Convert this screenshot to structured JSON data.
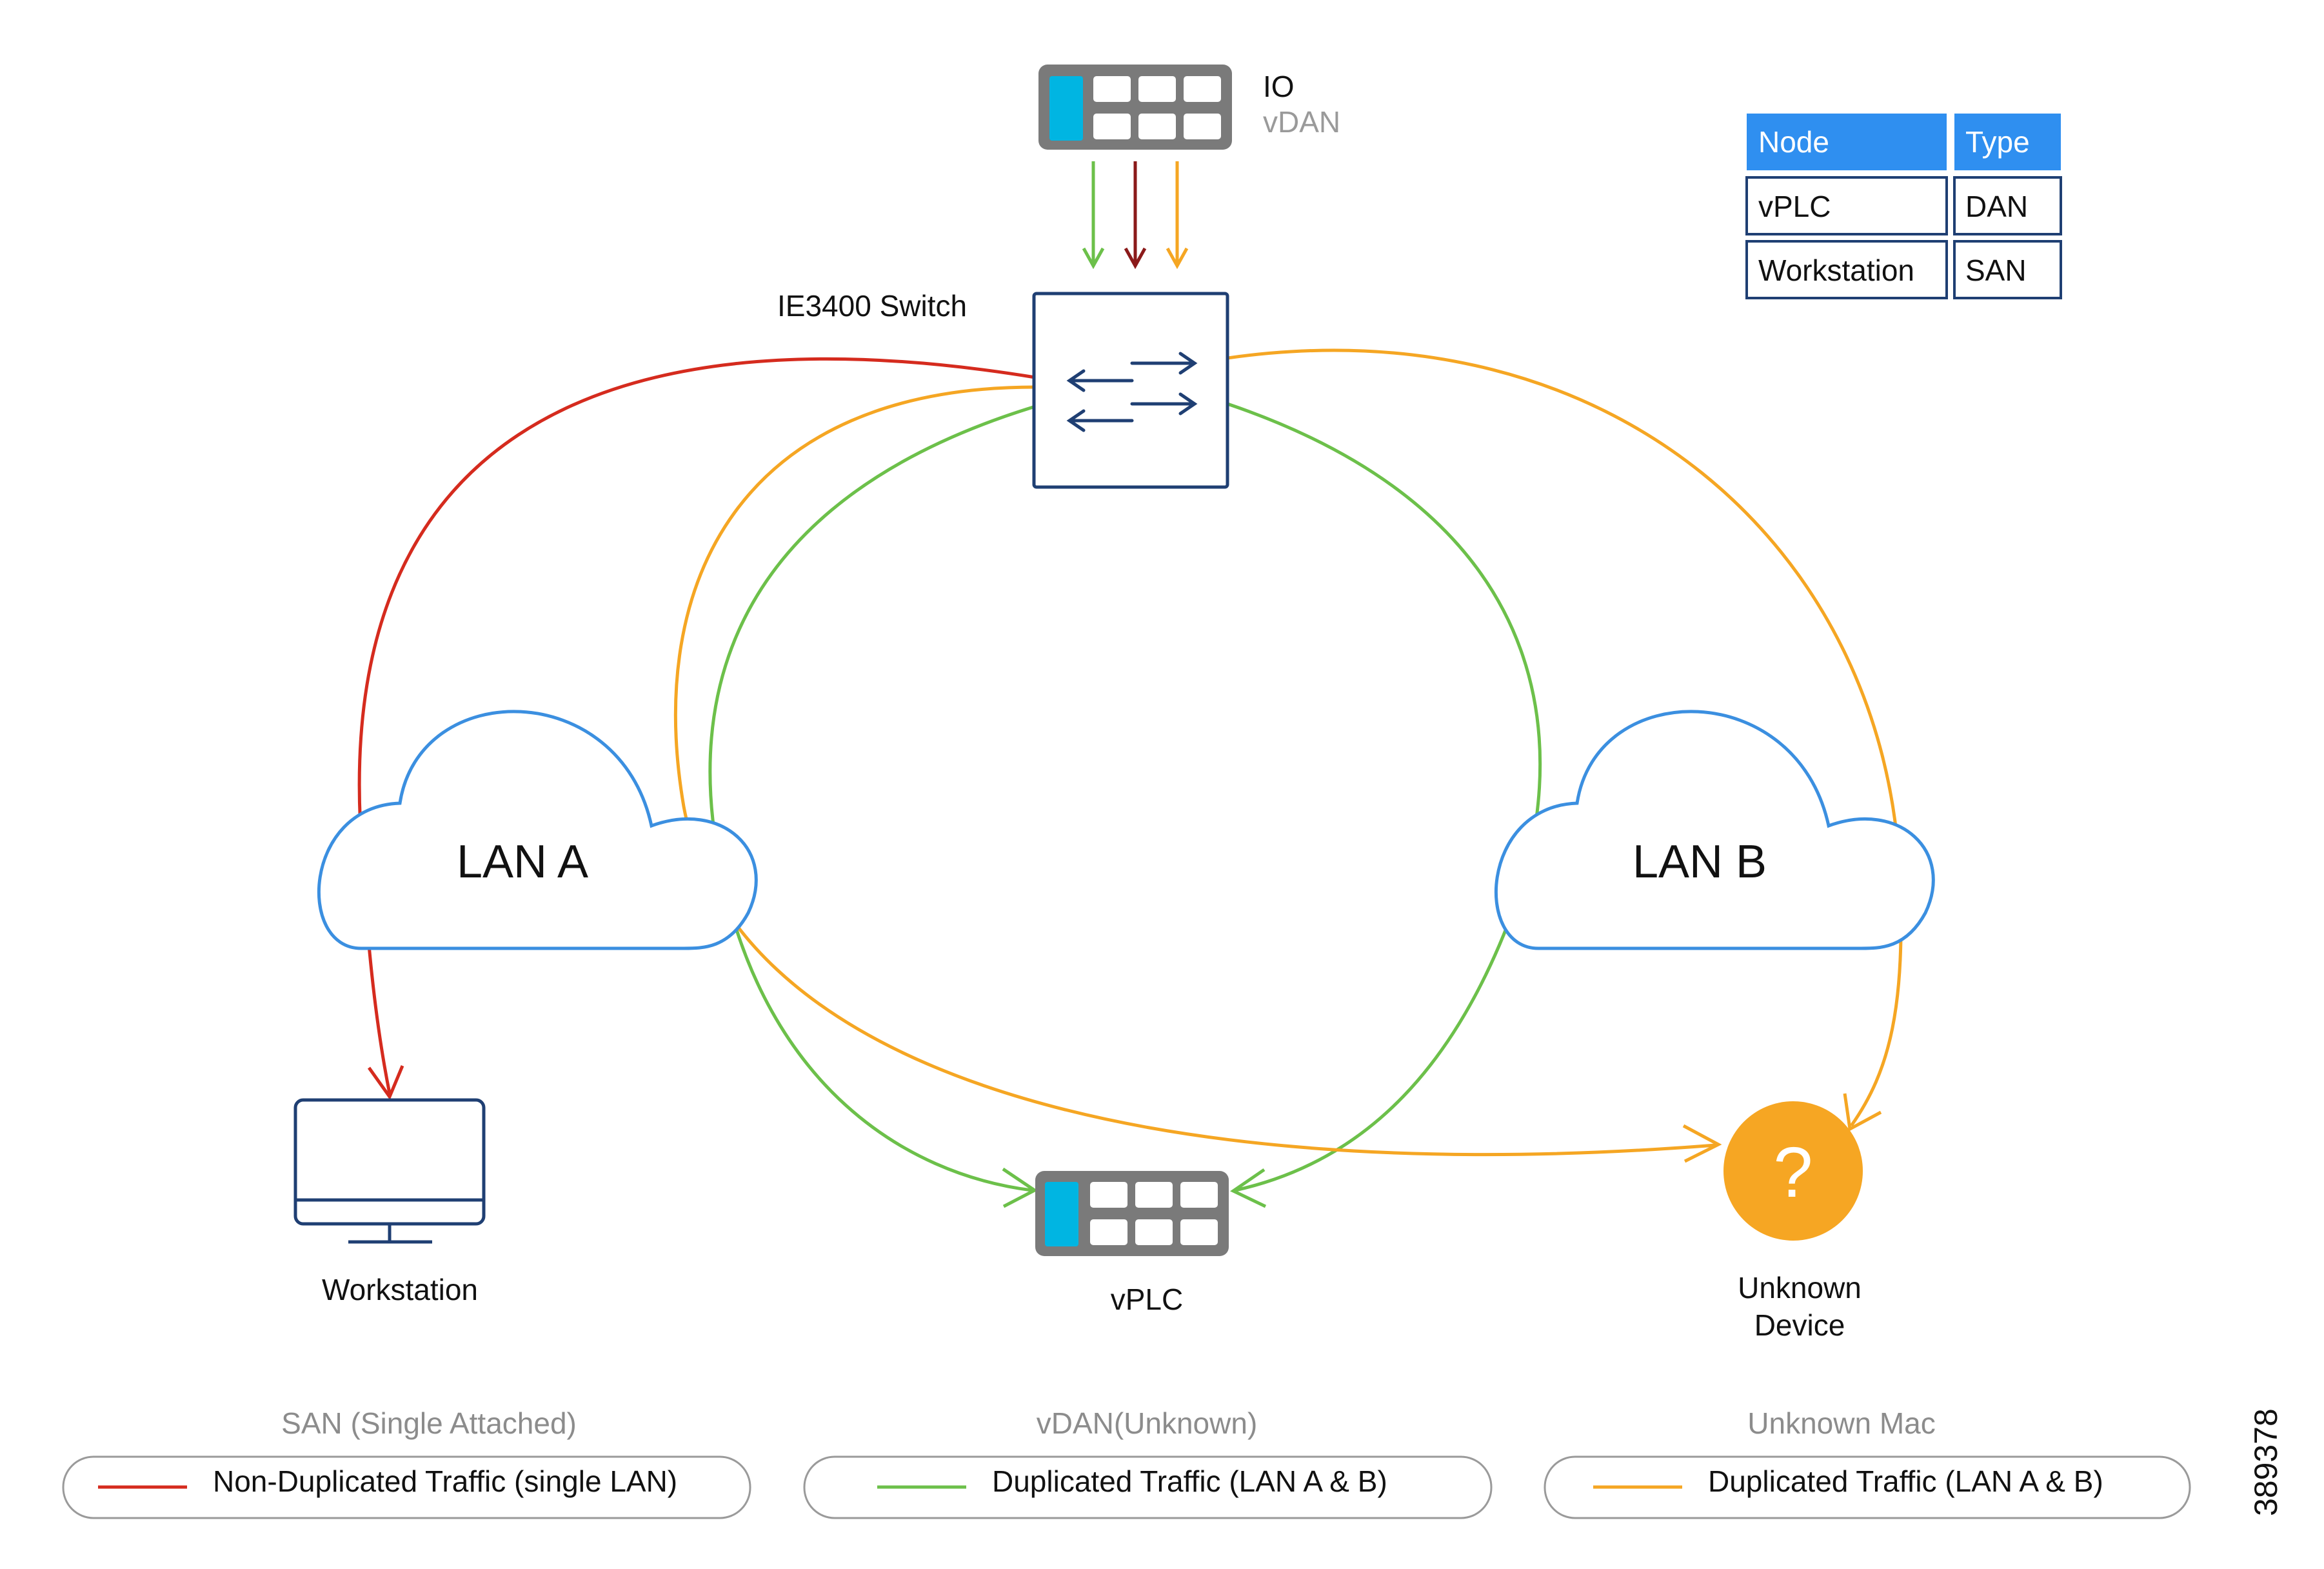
{
  "io_device": {
    "title": "IO",
    "subtitle": "vDAN"
  },
  "switch": {
    "label": "IE3400 Switch"
  },
  "clouds": {
    "lan_a": "LAN A",
    "lan_b": "LAN B"
  },
  "nodes": {
    "workstation": "Workstation",
    "vplc": "vPLC",
    "unknown_icon": "?",
    "unknown_line1": "Unknown",
    "unknown_line2": "Device"
  },
  "table": {
    "headers": [
      "Node",
      "Type"
    ],
    "rows": [
      [
        "vPLC",
        "DAN"
      ],
      [
        "Workstation",
        "SAN"
      ]
    ]
  },
  "legend": [
    {
      "caption": "SAN (Single Attached)",
      "label": "Non-Duplicated Traffic (single LAN)",
      "color": "#d52b1e"
    },
    {
      "caption": "vDAN(Unknown)",
      "label": "Duplicated Traffic (LAN A & B)",
      "color": "#6cc04a"
    },
    {
      "caption": "Unknown Mac",
      "label": "Duplicated Traffic (LAN A & B)",
      "color": "#f5a623"
    }
  ],
  "figure_id": "389378",
  "colors": {
    "red": "#d52b1e",
    "green": "#6cc04a",
    "orange": "#f5a623",
    "darkred": "#8b1a1a",
    "cloud": "#3b8fe0",
    "navy": "#1f3f73",
    "device_gray": "#7a7a7a",
    "device_blue": "#00b5e2",
    "header_blue": "#2f8ff0",
    "unknown_fill": "#f6a623"
  }
}
